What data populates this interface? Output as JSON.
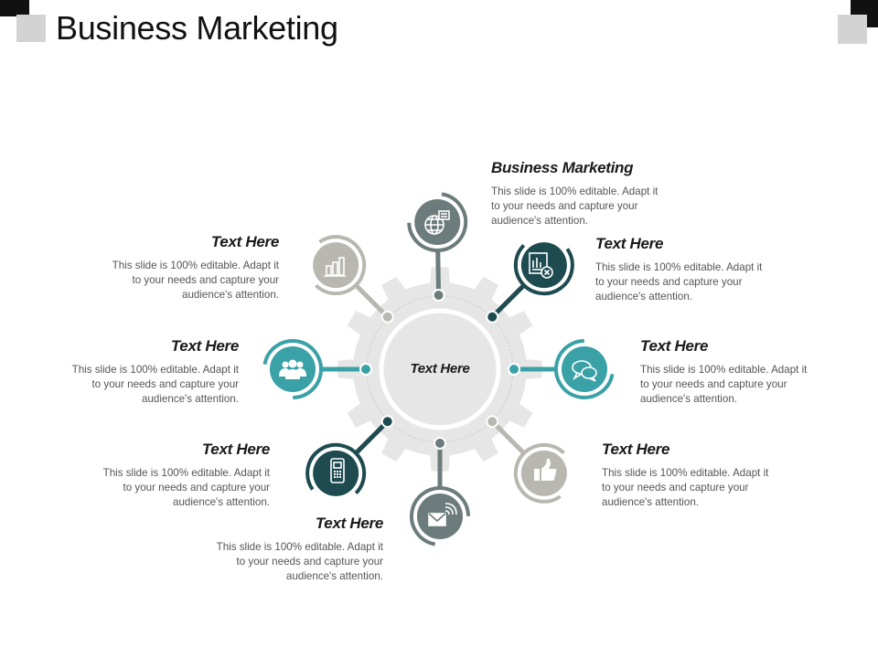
{
  "title": "Business Marketing",
  "center_label": "Text Here",
  "colors": {
    "dark_teal": "#1e4b50",
    "teal": "#3aa1a6",
    "gray": "#6c7b7b",
    "light_gray": "#b8b8b0",
    "gear": "#e6e6e6"
  },
  "items": [
    {
      "heading": "Business Marketing",
      "text": [
        "This slide is 100% editable. Adapt it",
        "to your needs and capture your",
        "audience's attention."
      ],
      "icon": "globe-chat-icon",
      "color": "#6c7b7b"
    },
    {
      "heading": "Text Here",
      "text": [
        "This slide is 100% editable. Adapt it",
        "to your needs and capture your",
        "audience's attention."
      ],
      "icon": "report-icon",
      "color": "#1e4b50"
    },
    {
      "heading": "Text Here",
      "text": [
        "This slide is 100% editable. Adapt it",
        "to your needs and capture your",
        "audience's attention."
      ],
      "icon": "speech-bubbles-icon",
      "color": "#3aa1a6"
    },
    {
      "heading": "Text Here",
      "text": [
        "This slide is 100% editable. Adapt it",
        "to your needs and capture your",
        "audience's attention."
      ],
      "icon": "thumbs-up-icon",
      "color": "#b8b8b0"
    },
    {
      "heading": "Text Here",
      "text": [
        "This slide is 100% editable. Adapt it",
        "to your needs and capture your",
        "audience's attention."
      ],
      "icon": "envelope-signal-icon",
      "color": "#6c7b7b"
    },
    {
      "heading": "Text Here",
      "text": [
        "This slide is 100% editable. Adapt it",
        "to your needs and capture your",
        "audience's attention."
      ],
      "icon": "mobile-phone-icon",
      "color": "#1e4b50"
    },
    {
      "heading": "Text Here",
      "text": [
        "This slide is 100% editable. Adapt it",
        "to your needs and capture your",
        "audience's attention."
      ],
      "icon": "team-icon",
      "color": "#3aa1a6"
    },
    {
      "heading": "Text Here",
      "text": [
        "This slide is 100% editable. Adapt it",
        "to your needs and capture your",
        "audience's attention."
      ],
      "icon": "bar-chart-icon",
      "color": "#b8b8b0"
    }
  ]
}
